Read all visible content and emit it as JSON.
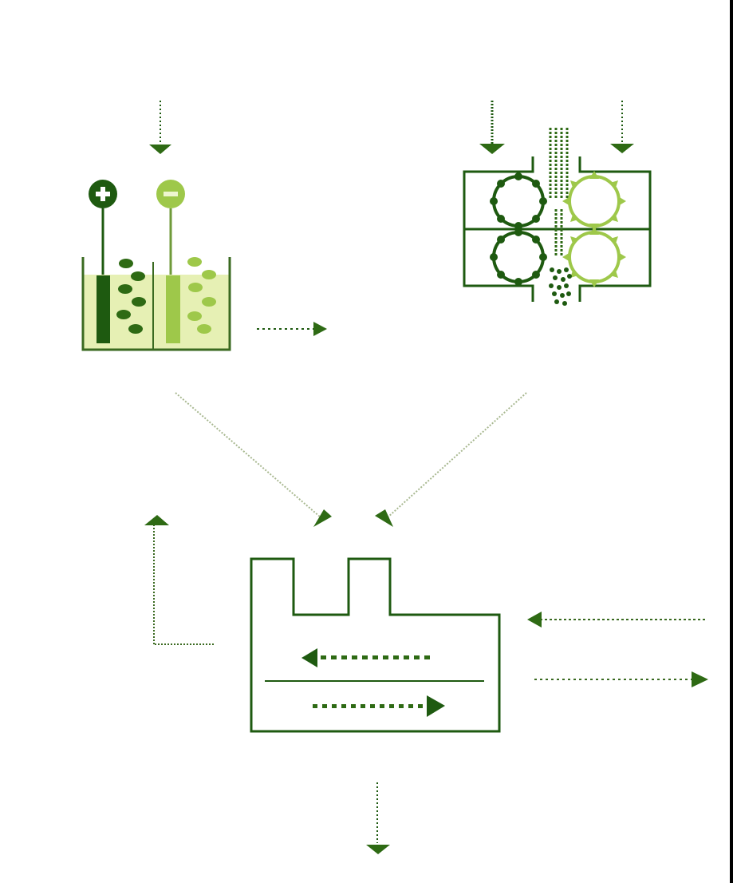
{
  "diagram": {
    "title": "",
    "labels": [],
    "components": {
      "electrolysis_cell": {
        "name": "electrolysis-cell",
        "electrode_positive": "+",
        "electrode_negative": "−"
      },
      "gear_crusher": {
        "name": "gear-crusher",
        "rollers": 4
      },
      "process_unit": {
        "name": "process-unit",
        "internal_flows": [
          "left",
          "right"
        ]
      }
    }
  },
  "colors": {
    "dark_green": "#1e5a10",
    "mid_green": "#3a7a1e",
    "light_green": "#9ec84a",
    "pale_fill": "#e6f0b4",
    "dot_grey": "#a8b890",
    "background": "#ffffff",
    "border": "#000000"
  }
}
